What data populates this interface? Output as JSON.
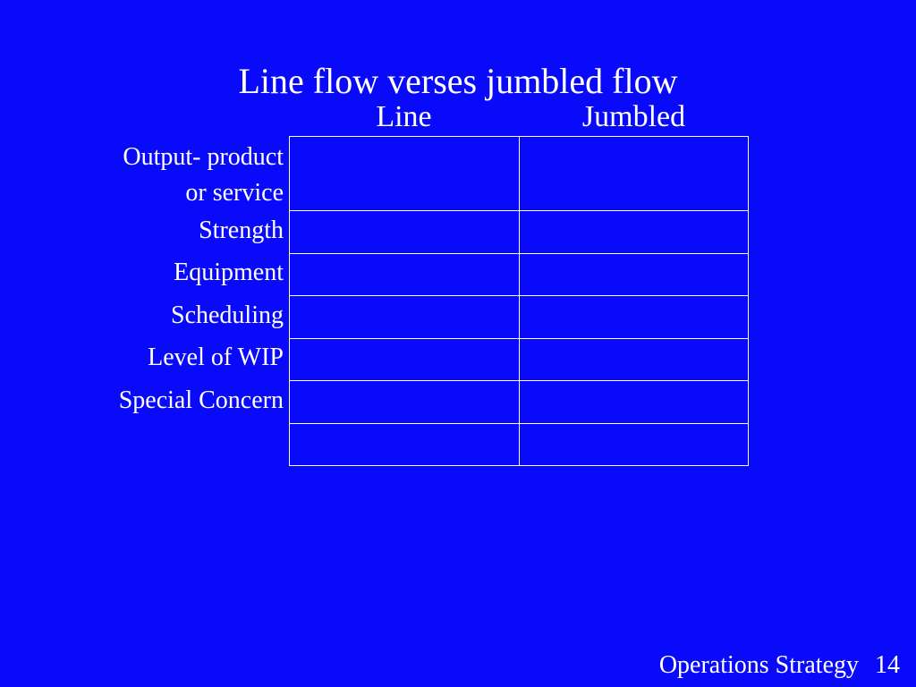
{
  "slide": {
    "title": "Line flow verses jumbled flow",
    "columns": [
      "Line",
      "Jumbled"
    ],
    "rows": [
      [
        "Output- product",
        "or service"
      ],
      [
        "Strength"
      ],
      [
        "Equipment"
      ],
      [
        "Scheduling"
      ],
      [
        "Level of WIP"
      ],
      [
        "Special Concern"
      ]
    ]
  },
  "footer": {
    "text": "Operations Strategy",
    "page_number": "14"
  },
  "colors": {
    "background": "#0a0afa",
    "text": "#ffffff",
    "grid_lines": "#ffffff"
  }
}
